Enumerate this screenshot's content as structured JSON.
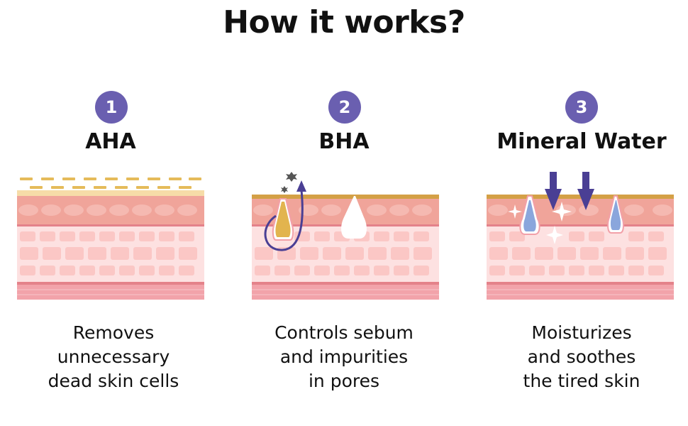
{
  "title": "How it works?",
  "steps": [
    {
      "number": "1",
      "name": "AHA",
      "description": [
        "Removes",
        "unnecessary",
        "dead skin cells"
      ]
    },
    {
      "number": "2",
      "name": "BHA",
      "description": [
        "Controls sebum",
        "and impurities",
        "in pores"
      ]
    },
    {
      "number": "3",
      "name": "Mineral Water",
      "description": [
        "Moisturizes",
        "and soothes",
        "the tired skin"
      ]
    }
  ],
  "colors": {
    "badge": "#6a5fb0",
    "skin_top": "#f0a49a",
    "skin_cells": "#fbc7c5",
    "skin_base": "#f2a3aa",
    "sebum_layer": "#d4a046",
    "water_drop": "#8aa6dc",
    "arrow": "#4a3f94"
  }
}
